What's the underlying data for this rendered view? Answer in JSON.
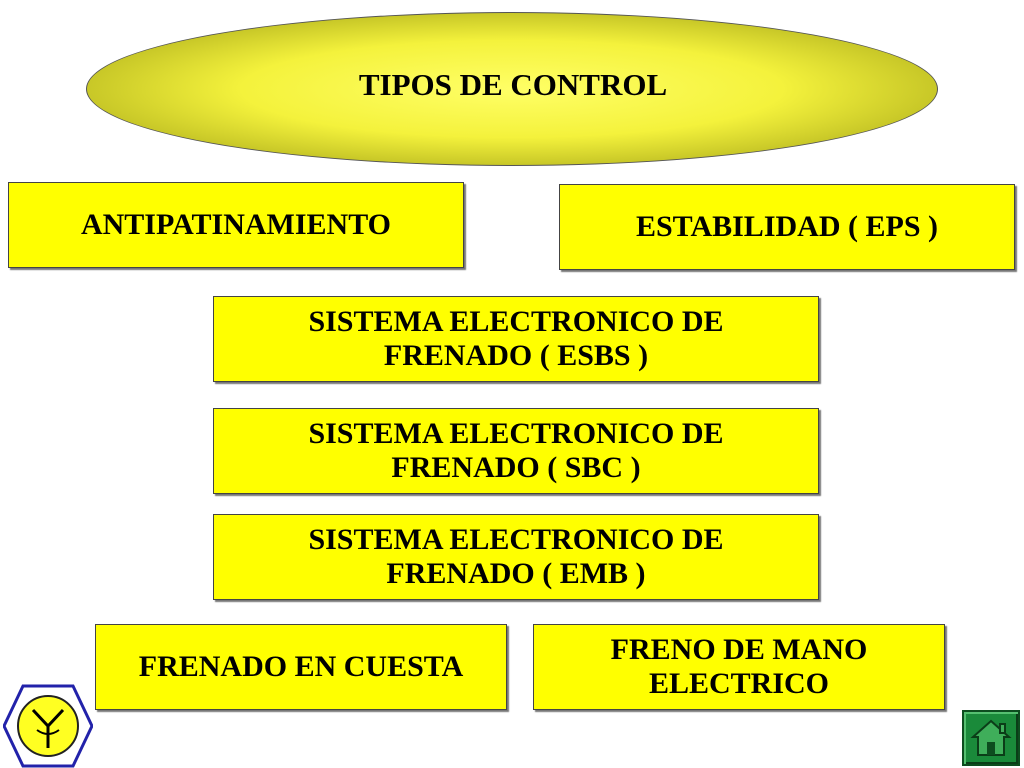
{
  "title": "TIPOS DE CONTROL",
  "boxes": {
    "antipatinamiento": [
      "ANTIPATINAMIENTO"
    ],
    "estabilidad": [
      "ESTABILIDAD ( EPS )"
    ],
    "esbs": [
      "SISTEMA ELECTRONICO DE",
      "FRENADO ( ESBS )"
    ],
    "sbc": [
      "SISTEMA ELECTRONICO DE",
      "FRENADO ( SBC )"
    ],
    "emb": [
      "SISTEMA ELECTRONICO DE",
      "FRENADO ( EMB )"
    ],
    "frenado_cuesta": [
      "FRENADO EN CUESTA"
    ],
    "freno_mano": [
      "FRENO DE MANO",
      "ELECTRICO"
    ]
  },
  "icons": {
    "logo": "hexagon-logo-icon",
    "home": "home-icon"
  },
  "colors": {
    "box_fill": "#ffff00",
    "ellipse_fill": "#f4f23c",
    "home_button": "#1a8a3a",
    "logo_stroke": "#2222aa"
  }
}
